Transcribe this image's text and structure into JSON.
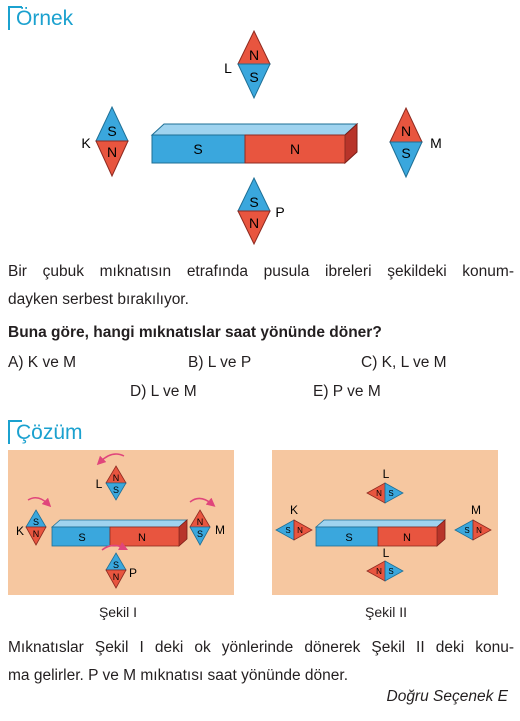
{
  "example_heading": "Örnek",
  "solution_heading": "Çözüm",
  "fig_top": {
    "bar": {
      "south": "S",
      "north": "N"
    },
    "needles": {
      "L": {
        "label": "L",
        "top": "N",
        "bottom": "S"
      },
      "K": {
        "label": "K",
        "top": "S",
        "bottom": "N"
      },
      "M": {
        "label": "M",
        "top": "N",
        "bottom": "S"
      },
      "P": {
        "label": "P",
        "top": "S",
        "bottom": "N"
      }
    }
  },
  "question": {
    "line1": "Bir çubuk mıknatısın etrafında pusula ibreleri şekildeki konum-",
    "line2": "dayken serbest bırakılıyor.",
    "prompt": "Buna göre, hangi mıknatıslar saat yönünde döner?",
    "options": {
      "A": "A) K ve M",
      "B": "B) L ve P",
      "C": "C) K, L ve M",
      "D": "D) L ve M",
      "E": "E) P ve M"
    }
  },
  "fig1": {
    "caption": "Şekil I",
    "bar": {
      "south": "S",
      "north": "N"
    },
    "needles": {
      "L": {
        "label": "L",
        "top": "N",
        "bottom": "S"
      },
      "K": {
        "label": "K",
        "top": "S",
        "bottom": "N"
      },
      "M": {
        "label": "M",
        "top": "N",
        "bottom": "S"
      },
      "P": {
        "label": "P",
        "top": "S",
        "bottom": "N"
      }
    }
  },
  "fig2": {
    "caption": "Şekil II",
    "bar": {
      "south": "S",
      "north": "N"
    },
    "needles": {
      "top": {
        "label": "L",
        "left": "N",
        "right": "S"
      },
      "K": {
        "label": "K",
        "left": "S",
        "right": "N"
      },
      "M": {
        "label": "M",
        "left": "S",
        "right": "N"
      },
      "bottom": {
        "label": "L",
        "left": "N",
        "right": "S"
      }
    }
  },
  "solution": {
    "line1": "Mıknatıslar Şekil I deki ok yönlerinde dönerek Şekil II deki konu-",
    "line2": "ma gelirler. P ve M mıknatısı saat yönünde döner."
  },
  "answer": "Doğru Seçenek E",
  "colors": {
    "accent": "#1ba1cf",
    "north": "#e8553f",
    "south": "#3aa7dd",
    "panel": "#f6c7a0"
  }
}
